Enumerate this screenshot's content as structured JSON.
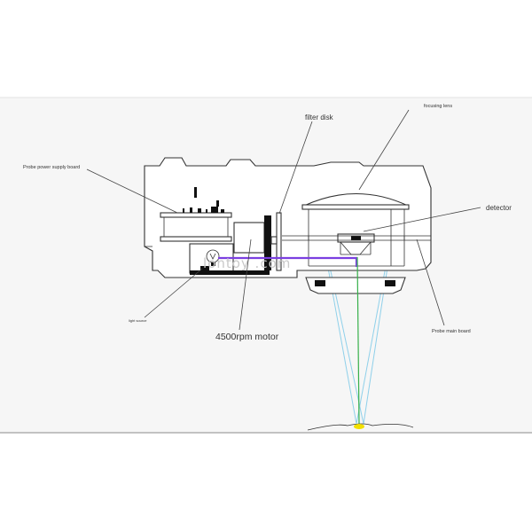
{
  "labels": {
    "filter_disk": "filter disk",
    "focusing_lens": "focusing lens",
    "detector": "detector",
    "probe_power_supply_board": "Probe power supply board",
    "light_source": "light source",
    "motor": "4500rpm motor",
    "probe_main_board": "Probe main board"
  },
  "watermark": "lontoy .com",
  "colors": {
    "beam_purple": "#7b3fe0",
    "beam_green": "#36b04a",
    "cone_blue": "#8fd0ea",
    "sample_spot": "#f2e000",
    "panel_bg": "#f6f6f6",
    "outline": "#333333"
  }
}
